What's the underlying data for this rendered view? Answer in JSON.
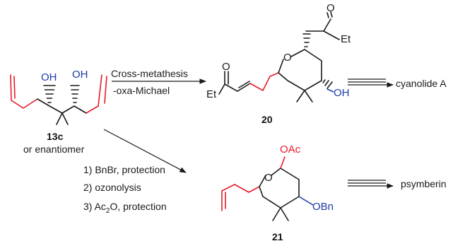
{
  "compounds": {
    "start": {
      "label": "13c",
      "note": "or enantiomer"
    },
    "intermediate_20": {
      "label": "20"
    },
    "intermediate_21": {
      "label": "21"
    }
  },
  "reactions": {
    "upper": {
      "line1": "Cross-metathesis",
      "line2": "-oxa-Michael"
    },
    "lower": {
      "steps": [
        "1) BnBr, protection",
        "2) ozonolysis",
        "3) Ac",
        "2",
        "O, protection"
      ]
    }
  },
  "products": {
    "upper": "cyanolide A",
    "lower": "psymberin"
  },
  "atoms": {
    "OH": "OH",
    "O": "O",
    "Et": "Et",
    "OAc": "OAc",
    "OBn": "OBn"
  },
  "colors": {
    "red": "#e8192c",
    "blue": "#1f3ca6",
    "black": "#1a1a1a"
  }
}
